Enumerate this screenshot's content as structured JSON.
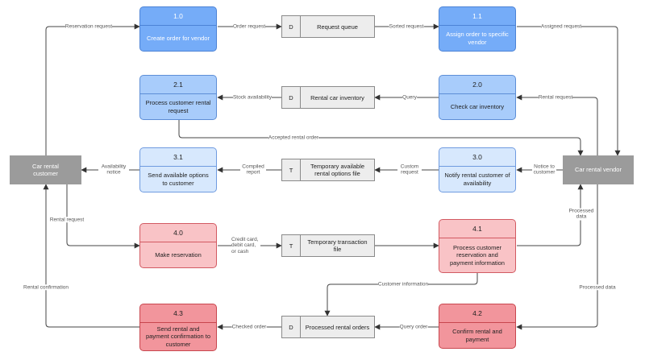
{
  "entities": {
    "customer": "Car rental customer",
    "vendor": "Car rental vendor"
  },
  "processes": {
    "p1_0": {
      "id": "1.0",
      "name": "Create order for vendor"
    },
    "p1_1": {
      "id": "1.1",
      "name": "Assign order to specific vendor"
    },
    "p2_1": {
      "id": "2.1",
      "name": "Process customer rental request"
    },
    "p2_0": {
      "id": "2.0",
      "name": "Check car inventory"
    },
    "p3_1": {
      "id": "3.1",
      "name": "Send available options to customer"
    },
    "p3_0": {
      "id": "3.0",
      "name": "Notify rental customer of availability"
    },
    "p4_0": {
      "id": "4.0",
      "name": "Make reservation"
    },
    "p4_1": {
      "id": "4.1",
      "name": "Process customer reservation and payment information"
    },
    "p4_3": {
      "id": "4.3",
      "name": "Send rental and payment confirmation to customer"
    },
    "p4_2": {
      "id": "4.2",
      "name": "Confirm rental and payment"
    }
  },
  "stores": {
    "request_queue": {
      "id": "D",
      "name": "Request queue"
    },
    "rental_car_inventory": {
      "id": "D",
      "name": "Rental car inventory"
    },
    "temp_rental_options": {
      "id": "T",
      "name": "Temporary available rental options file"
    },
    "temp_transaction": {
      "id": "T",
      "name": "Temporary transaction file"
    },
    "processed_orders": {
      "id": "D",
      "name": "Processed rental orders"
    }
  },
  "flows": {
    "reservation_request": "Reservation request",
    "order_request": "Order request",
    "sorted_request": "Sorted request",
    "assigned_request": "Assigned request",
    "stock_availability": "Stock availability",
    "query": "Query",
    "rental_request_vendor": "Rental request",
    "accepted_rental_order": "Accepted rental order",
    "availability_notice": "Availability notice",
    "compiled_report": "Compiled report",
    "custom_request": "Custom request",
    "notice_to_customer": "Notice to customer",
    "rental_request_customer": "Rental request",
    "payment_info": "Credit card, debit card, or cash",
    "processed_data_up": "Processed data",
    "customer_information": "Customer information",
    "rental_confirmation": "Rental confirmation",
    "processed_data_down": "Processed data",
    "checked_order": "Checked order",
    "query_order": "Query order"
  },
  "colors": {
    "process_blue_dark": "#75acf8",
    "process_blue_mid": "#a8ccfb",
    "process_blue_light": "#d7e8fd",
    "process_pink_light": "#f9c3c6",
    "process_pink_dark": "#f2959c",
    "entity_gray": "#9b9b9b",
    "store_gray": "#ededed",
    "edge": "#444444"
  }
}
